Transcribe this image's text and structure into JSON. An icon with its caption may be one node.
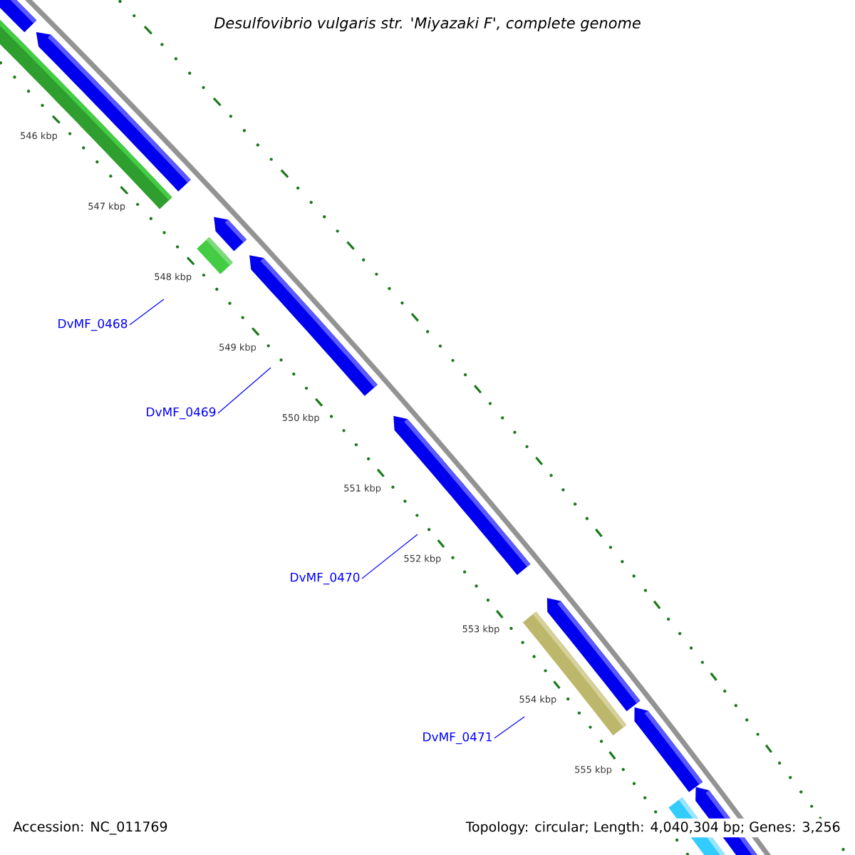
{
  "diagram": {
    "title": "Desulfovibrio vulgaris str. 'Miyazaki F', complete genome",
    "nodes": [
      {
        "text": [
          "DvMF_0468"
        ]
      },
      {
        "text": [
          "DvMF_0469"
        ]
      },
      {
        "text": [
          "DvMF_0470"
        ]
      },
      {
        "text": [
          "DvMF_0471"
        ]
      }
    ],
    "edges": [
      {
        "from": 0,
        "to": null,
        "arrow": "none"
      },
      {
        "from": 1,
        "to": null,
        "arrow": "none"
      },
      {
        "from": 2,
        "to": null,
        "arrow": "none"
      },
      {
        "from": 3,
        "to": null,
        "arrow": "none"
      }
    ],
    "labels": [
      "546 kbp",
      "547 kbp",
      "548 kbp",
      "549 kbp",
      "550 kbp",
      "551 kbp",
      "552 kbp",
      "553 kbp",
      "554 kbp",
      "555 kbp",
      "Accession: NC_011769",
      "Topology: circular; Length: 4,040,304 bp; Genes: 3,256"
    ]
  }
}
